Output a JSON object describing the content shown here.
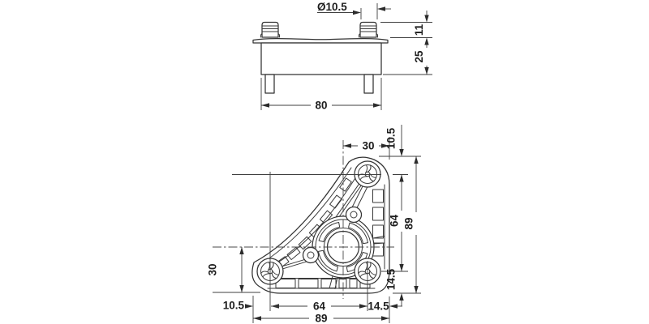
{
  "page": {
    "background": "#ffffff",
    "line_color": "#333333",
    "dim_text_color": "#1d1d1d"
  },
  "front_view": {
    "dims": {
      "stud_diameter": "Ø10.5",
      "stud_height": "11",
      "body_height": "25",
      "base_width": "80"
    }
  },
  "plan_view": {
    "dims": {
      "center_to_right_edge": "30",
      "top_edge_to_boss": "10.5",
      "boss_to_boss_vertical": "64",
      "overall_height": "89",
      "boss_to_bottom_right": "14.5",
      "center_to_bottom_edge": "30",
      "left_edge_to_boss": "10.5",
      "boss_to_boss_horizontal": "64",
      "boss_to_right_edge": "14.5",
      "overall_width": "89"
    }
  }
}
